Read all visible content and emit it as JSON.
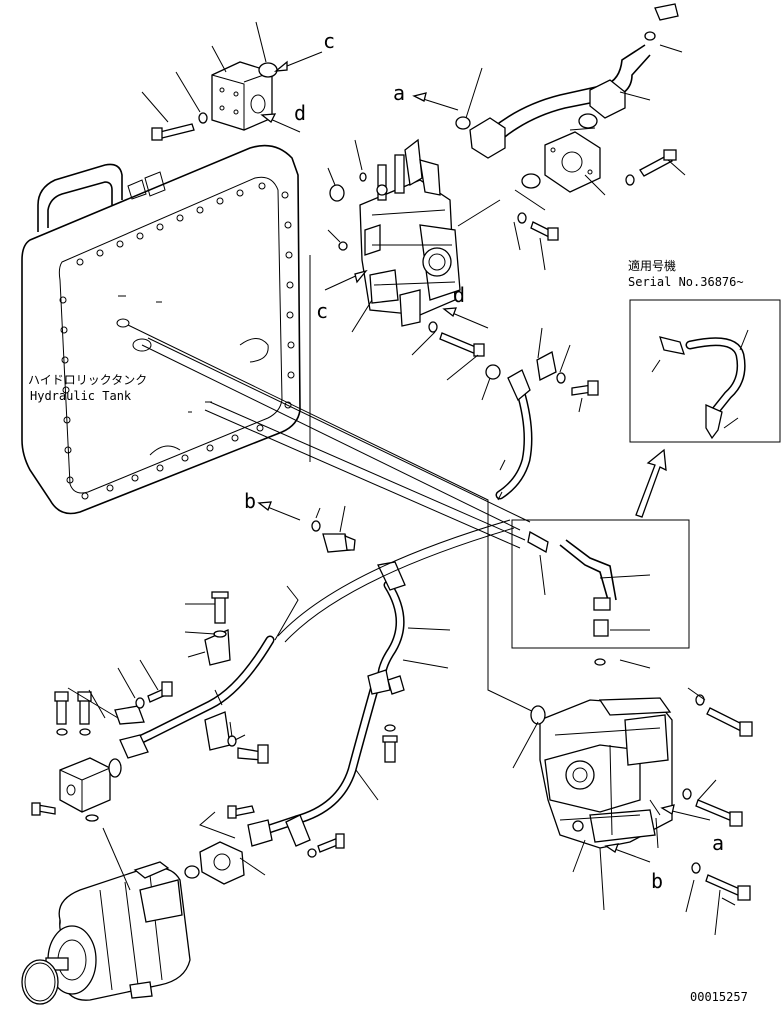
{
  "labels": {
    "a_top": "a",
    "a_bottom": "a",
    "b_left": "b",
    "b_bottom": "b",
    "c_top": "c",
    "c_mid": "c",
    "d_top": "d",
    "d_mid": "d"
  },
  "tank": {
    "name_jp": "ハイドロリックタンク",
    "name_en": "Hydraulic Tank"
  },
  "inset": {
    "applicability_jp": "適用号機",
    "serial": "Serial No.36876~"
  },
  "drawing_number": "00015257"
}
